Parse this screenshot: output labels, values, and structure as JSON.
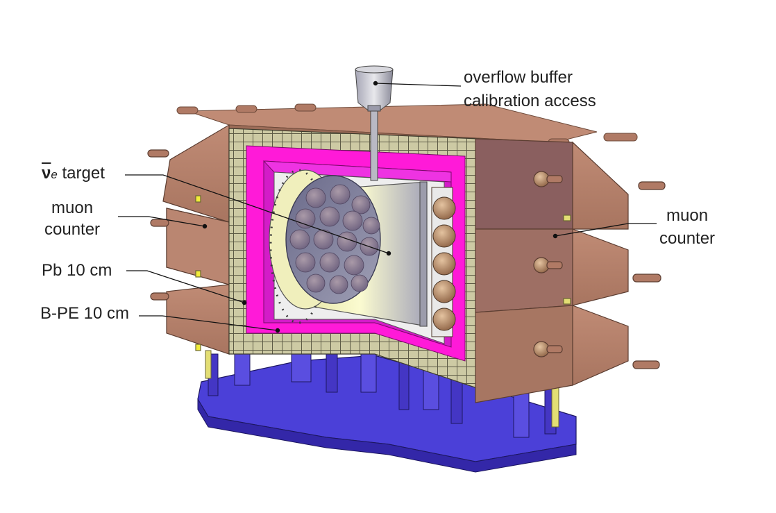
{
  "labels": {
    "overflow_line1": "overflow buffer",
    "overflow_line2": "calibration access",
    "nu_symbol": "ν",
    "nu_sub": "e",
    "nu_text": " target",
    "muon_left_line1": "muon",
    "muon_left_line2": "counter",
    "muon_right_line1": "muon",
    "muon_right_line2": "counter",
    "pb": "Pb 10 cm",
    "bpe": "B-PE 10 cm"
  },
  "colors": {
    "muon_counter": "#b98470",
    "shielding_pb": "#c9c7a1",
    "bpe": "#ff1ad8",
    "target": "#f3f2b8",
    "support_frame": "#4a3fd6",
    "pmt": "#c79e78",
    "leader_line": "#111111"
  }
}
